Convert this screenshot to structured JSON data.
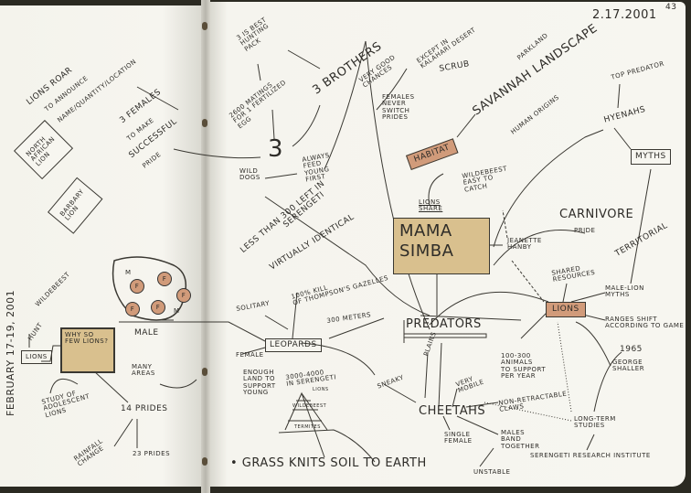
{
  "header": {
    "date": "2.17.2001",
    "page_number": "43"
  },
  "left_page": {
    "date": "FEBRUARY 17-19, 2001",
    "roar": [
      "LIONS ROAR",
      "TO ANNOUNCE",
      "NAME/QUANTITY/LOCATION"
    ],
    "females": [
      "3 FEMALES",
      "TO MAKE",
      "SUCCESSFUL",
      "PRIDE"
    ],
    "north_african": "NORTH\nAFRICAN\nLION",
    "barbary": "BARBARY\nLION",
    "lions": "LIONS",
    "hunt": "HUNT",
    "wildebeest": "WILDEBEEST",
    "why": "WHY SO\nFEW LIONS?",
    "pride_labels": [
      "M",
      "F",
      "F",
      "F",
      "F",
      "F",
      "M"
    ],
    "male": "MALE",
    "many_areas": "MANY\nAREAS",
    "prides14": "14 PRIDES",
    "study": "STUDY OF\nADOLESCENT\nLIONS",
    "rainfall": "RAINFALL\nCHANGE",
    "prides23": "23 PRIDES"
  },
  "right_page": {
    "best_pack": "3 IS BEST\nHUNTING\nPACK",
    "matings": "2600 MATINGS\nFOR 1 FERTILIZED\nEGG",
    "three": "3",
    "brothers": "3 BROTHERS",
    "chances": "VERY GOOD\nCHANCES",
    "wild_dogs": "WILD\nDOGS",
    "feed": "ALWAYS\nFEED\nYOUNG\nFIRST",
    "less_than": "LESS THAN 300 LEFT IN\n                SERENGETI",
    "identical": "VIRTUALLY IDENTICAL",
    "females_never": "FEMALES\nNEVER\nSWITCH\nPRIDES",
    "except": "EXCEPT IN\nKALAHARI DESERT",
    "scrub": "SCRUB",
    "savannah": "SAVANNAH LANDSCAPE",
    "parkland": "PARKLAND",
    "human": "HUMAN ORIGINS",
    "habitat": "HABITAT",
    "top_predator": "TOP PREDATOR",
    "hyenas": "HYENAHS",
    "myths": "MYTHS",
    "wildebeest": "WILDEBEEST\nEASY TO\nCATCH",
    "lions_share": "LIONS\nSHARE",
    "mama_simba": "MAMA\nSIMBA",
    "jeanette": "JEANETTE\nHANBY",
    "carnivore": "CARNIVORE",
    "pride": "PRIDE",
    "territorial": "TERRITORIAL",
    "shared": "SHARED\nRESOURCES",
    "lions": "LIONS",
    "male_myths": "MALE-LION\nMYTHS",
    "ranges": "RANGES SHIFT\nACCORDING TO GAME",
    "year": "1965",
    "shaller": "GEORGE\nSHALLER",
    "animals": "100-300\nANIMALS\nTO SUPPORT\nPER YEAR",
    "long_term": "LONG-TERM\nSTUDIES",
    "institute": "SERENGETI RESEARCH INSTITUTE",
    "predators": "PREDATORS",
    "plains": "PLAINS",
    "mobile": "VERY\nMOBILE",
    "claws": "NON-RETRACTABLE\nCLAWS",
    "cheetahs": "CHEETAHS",
    "single": "SINGLE\nFEMALE",
    "males_band": "MALES\nBAND\nTOGETHER",
    "unstable": "UNSTABLE",
    "sneaky": "SNEAKY",
    "solitary": "SOLITARY",
    "kill": "100% KILL\nOF THOMPSON'S GAZELLES",
    "meters": "300 METERS",
    "leopards": "LEOPARDS",
    "female": "FEMALE",
    "enough": "ENOUGH\nLAND TO\nSUPPORT\nYOUNG",
    "serengeti": "3000-4000\nIN SERENGETI",
    "pyramid": [
      "LIONS",
      "WILDEBEEST",
      "TERMITES"
    ],
    "grass": "• GRASS KNITS SOIL TO EARTH"
  },
  "colors": {
    "paper": "#f7f6f0",
    "ink": "#2e2c28",
    "tan": "#d9c08e",
    "rust": "#d19b7a"
  }
}
